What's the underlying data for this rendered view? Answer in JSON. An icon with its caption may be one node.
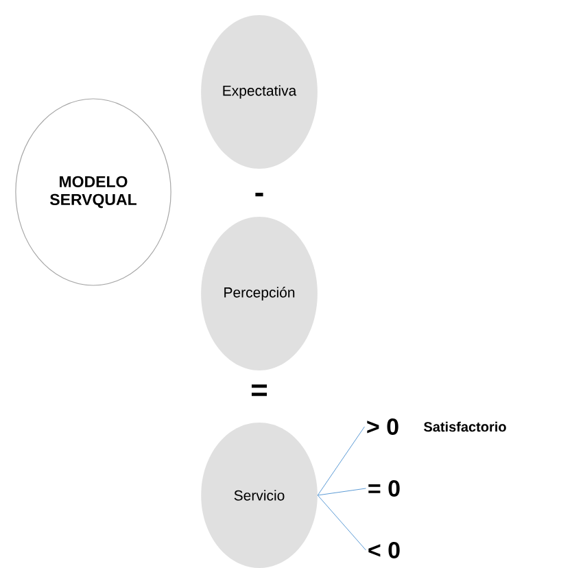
{
  "diagram": {
    "nodes": [
      {
        "text": [
          "MODELO SERVQUAL"
        ]
      },
      {
        "text": [
          "Expectativa"
        ]
      },
      {
        "text": [
          "Percepción"
        ]
      },
      {
        "text": [
          "Servicio"
        ]
      },
      {
        "text": [
          "> 0"
        ]
      },
      {
        "text": [
          "= 0"
        ]
      },
      {
        "text": [
          "< 0"
        ]
      }
    ],
    "edges": [
      {
        "from": 3,
        "to": 4,
        "arrow": "none",
        "color": "#5b9bd5"
      },
      {
        "from": 3,
        "to": 5,
        "arrow": "none",
        "color": "#5b9bd5"
      },
      {
        "from": 3,
        "to": 6,
        "arrow": "none",
        "color": "#5b9bd5"
      }
    ],
    "labels": [
      "-",
      "=",
      "Satisfactorio"
    ]
  }
}
